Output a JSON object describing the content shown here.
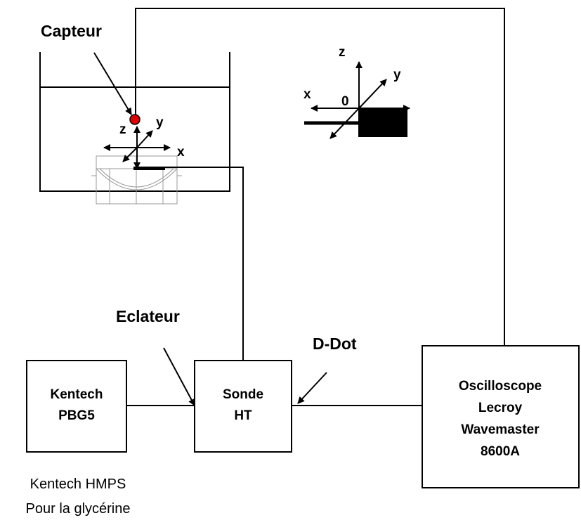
{
  "labels": {
    "capteur": "Capteur",
    "eclateur": "Eclateur",
    "ddot": "D-Dot",
    "footer_line1": "Kentech HMPS",
    "footer_line2": "Pour la glycérine"
  },
  "tank_axes": {
    "z": "z",
    "y": "y",
    "x": "x"
  },
  "reference_axes": {
    "z": "z",
    "y": "y",
    "x": "x",
    "origin": "0"
  },
  "boxes": {
    "kentech": [
      "Kentech",
      "PBG5"
    ],
    "sonde": [
      "Sonde",
      "HT"
    ],
    "oscilloscope": [
      "Oscilloscope",
      "Lecroy",
      "Wavemaster",
      "8600A"
    ]
  },
  "colors": {
    "sensor": "#e00000",
    "line": "#000000",
    "mirror": "#999999"
  }
}
